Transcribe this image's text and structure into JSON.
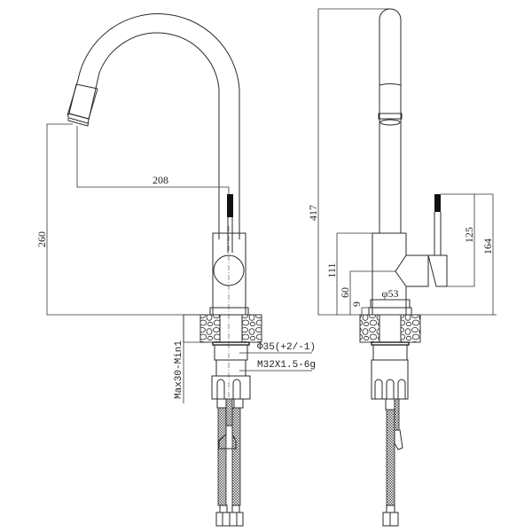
{
  "drawing": {
    "title": "Kitchen faucet technical drawing",
    "views": [
      "front-view",
      "side-view"
    ],
    "front_view": {
      "dimensions": {
        "spout_reach": "208",
        "spout_height": "260",
        "hole_diameter": "Φ35(+2/-1)",
        "thread": "M32X1.5-6g",
        "deck_thickness": "Max30-Min1"
      }
    },
    "side_view": {
      "dimensions": {
        "total_height": "417",
        "body_height": "111",
        "handle_base_height": "60",
        "base_ring": "9",
        "base_diameter": "φ53",
        "handle_length": "125",
        "handle_top_height": "164"
      }
    }
  }
}
